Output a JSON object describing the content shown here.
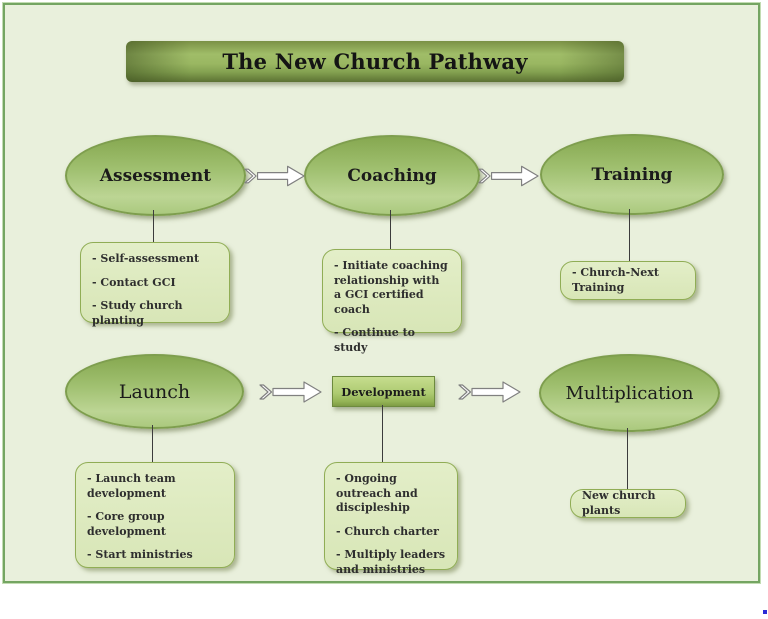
{
  "diagram": {
    "title": "The New Church Pathway",
    "stages": [
      {
        "label": "Assessment",
        "details": [
          "- Self-assessment",
          "- Contact GCI",
          "- Study church planting"
        ]
      },
      {
        "label": "Coaching",
        "details": [
          "- Initiate coaching relationship with a GCI certified coach",
          "- Continue to study"
        ]
      },
      {
        "label": "Training",
        "details": [
          "- Church-Next Training"
        ]
      },
      {
        "label": "Launch",
        "details": [
          "- Launch team development",
          "- Core group development",
          "- Start ministries"
        ]
      },
      {
        "label": "Development",
        "details": [
          "- Ongoing outreach and discipleship",
          "- Church charter",
          "- Multiply leaders and ministries"
        ]
      },
      {
        "label": "Multiplication",
        "details": [
          "New church plants"
        ]
      }
    ],
    "colors": {
      "canvas_background": "#e9f0dc",
      "canvas_border": "#74a562",
      "banner_dark_green": "#5c7233",
      "banner_light_green": "#a0bd68",
      "ellipse_top_green": "#86a850",
      "ellipse_light_green": "#bcd594",
      "shape_border_green": "#7e9e4e",
      "detail_box_fill": "#dfeac0",
      "detail_box_border": "#90ad55",
      "arrow_fill": "#ffffff",
      "arrow_outline": "#808080",
      "text_color": "#1b1b1b"
    }
  }
}
